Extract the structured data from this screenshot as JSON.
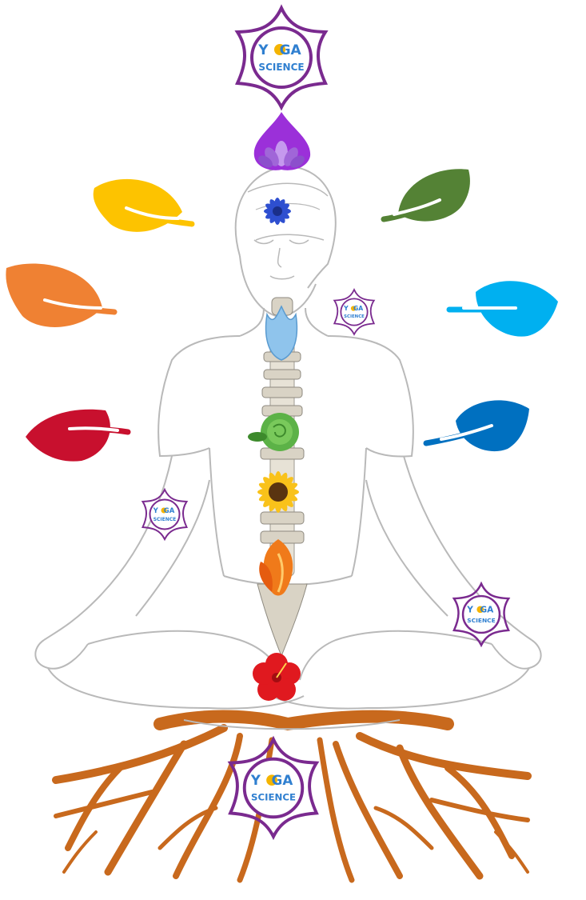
{
  "logos": [
    {
      "id": "top",
      "line1": "Y",
      "line1b": "GA",
      "line2": "SCIENCE"
    },
    {
      "id": "neck",
      "line1": "Y",
      "line1b": "GA",
      "line2": "SCIENCE"
    },
    {
      "id": "left-arm",
      "line1": "Y",
      "line1b": "GA",
      "line2": "SCIENCE"
    },
    {
      "id": "right-knee",
      "line1": "Y",
      "line1b": "GA",
      "line2": "SCIENCE"
    },
    {
      "id": "roots",
      "line1": "Y",
      "line1b": "GA",
      "line2": "SCIENCE"
    }
  ],
  "colors": {
    "crown": "#9b30d9",
    "logo": "#7a2a8f",
    "logo_text": "#2f7fd0",
    "sun": "#f4b400",
    "leaf_yellow": "#fdc300",
    "leaf_orange": "#ef8133",
    "leaf_red": "#c8102e",
    "leaf_green": "#548235",
    "leaf_sky": "#00b0f0",
    "leaf_blue": "#0070c0",
    "roots": "#c8691d",
    "outline": "#b9b9b9"
  },
  "chakra_flowers": [
    {
      "name": "crown-lotus-icon",
      "color": "#a066d8"
    },
    {
      "name": "third-eye-blue-flower-icon",
      "color": "#2e4fd0"
    },
    {
      "name": "throat-blue-tulip-icon",
      "color": "#8fc4ec"
    },
    {
      "name": "heart-green-rose-icon",
      "color": "#5cb247"
    },
    {
      "name": "solar-plexus-sunflower-icon",
      "color": "#f9c21a"
    },
    {
      "name": "sacral-orange-lily-icon",
      "color": "#f07a1a"
    },
    {
      "name": "root-red-hibiscus-icon",
      "color": "#e0191f"
    }
  ]
}
